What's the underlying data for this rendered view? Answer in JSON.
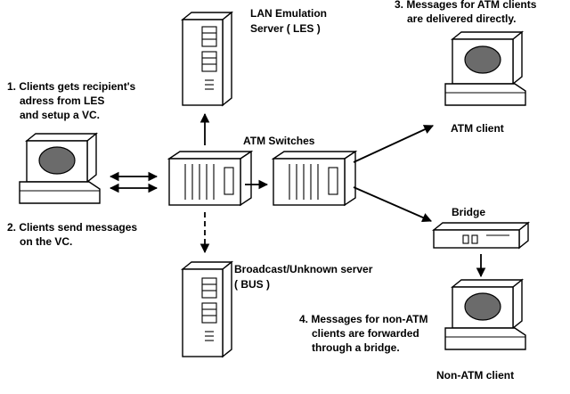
{
  "nodes": {
    "les": {
      "line1": "LAN Emulation",
      "line2": "Server ( LES )"
    },
    "atm_switches": "ATM Switches",
    "bus": {
      "line1": "Broadcast/Unknown server",
      "line2": "( BUS )"
    },
    "atm_client": "ATM client",
    "bridge": "Bridge",
    "non_atm_client": "Non-ATM client"
  },
  "steps": {
    "step1": {
      "line1": "1. Clients gets recipient's",
      "line2": "adress from LES",
      "line3": "and setup a VC."
    },
    "step2": {
      "line1": "2. Clients send messages",
      "line2": "on the VC."
    },
    "step3": {
      "line1": "3. Messages for ATM clients",
      "line2": "are delivered directly."
    },
    "step4": {
      "line1": "4. Messages for non-ATM",
      "line2": "clients are forwarded",
      "line3": "through a bridge."
    }
  },
  "colors": {
    "ink": "#000000",
    "screen": "#6b6b6b",
    "background": "#ffffff"
  },
  "icons": [
    "server-icon",
    "switch-icon",
    "client-computer-icon",
    "bridge-icon"
  ]
}
